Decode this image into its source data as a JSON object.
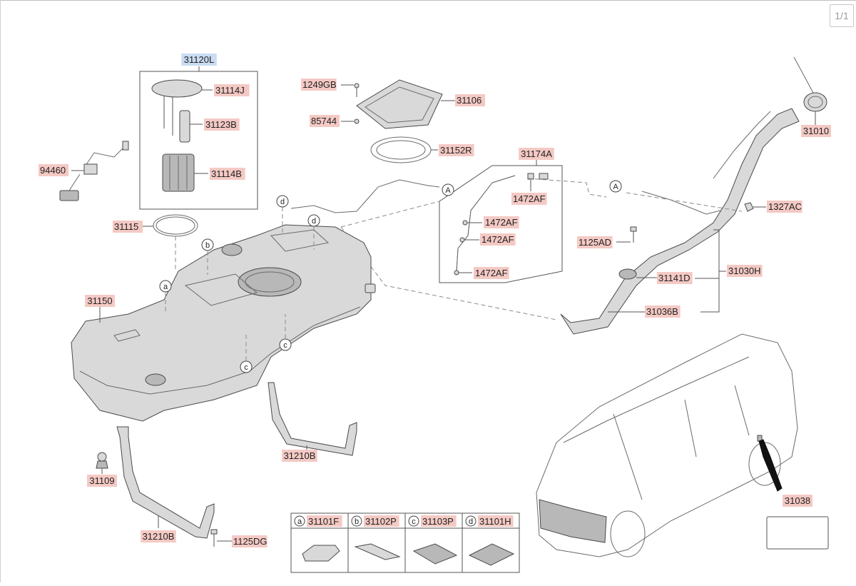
{
  "page_indicator": "1/1",
  "parts": {
    "p31120L": "31120L",
    "p31114J": "31114J",
    "p31123B": "31123B",
    "p31114B": "31114B",
    "p94460": "94460",
    "p1249GB": "1249GB",
    "p85744": "85744",
    "p31106": "31106",
    "p31152R": "31152R",
    "p31174A": "31174A",
    "p1472AF_1": "1472AF",
    "p1472AF_2": "1472AF",
    "p1472AF_3": "1472AF",
    "p1472AF_4": "1472AF",
    "p31010": "31010",
    "p1327AC": "1327AC",
    "p1125AD": "1125AD",
    "p31141D": "31141D",
    "p31030H": "31030H",
    "p31036B": "31036B",
    "p31115": "31115",
    "p31150": "31150",
    "p31109": "31109",
    "p31210B_1": "31210B",
    "p31210B_2": "31210B",
    "p1125DG": "1125DG",
    "p31038": "31038"
  },
  "markers": {
    "a": "a",
    "b": "b",
    "c1": "c",
    "c2": "c",
    "d1": "d",
    "d2": "d",
    "A1": "A",
    "A2": "A"
  },
  "legend": {
    "items": [
      {
        "letter": "a",
        "part": "31101F"
      },
      {
        "letter": "b",
        "part": "31102P"
      },
      {
        "letter": "c",
        "part": "31103P"
      },
      {
        "letter": "d",
        "part": "31101H"
      }
    ]
  },
  "colors": {
    "label_highlight": "#f4c9c4",
    "selected_highlight": "#c9dcf2"
  }
}
